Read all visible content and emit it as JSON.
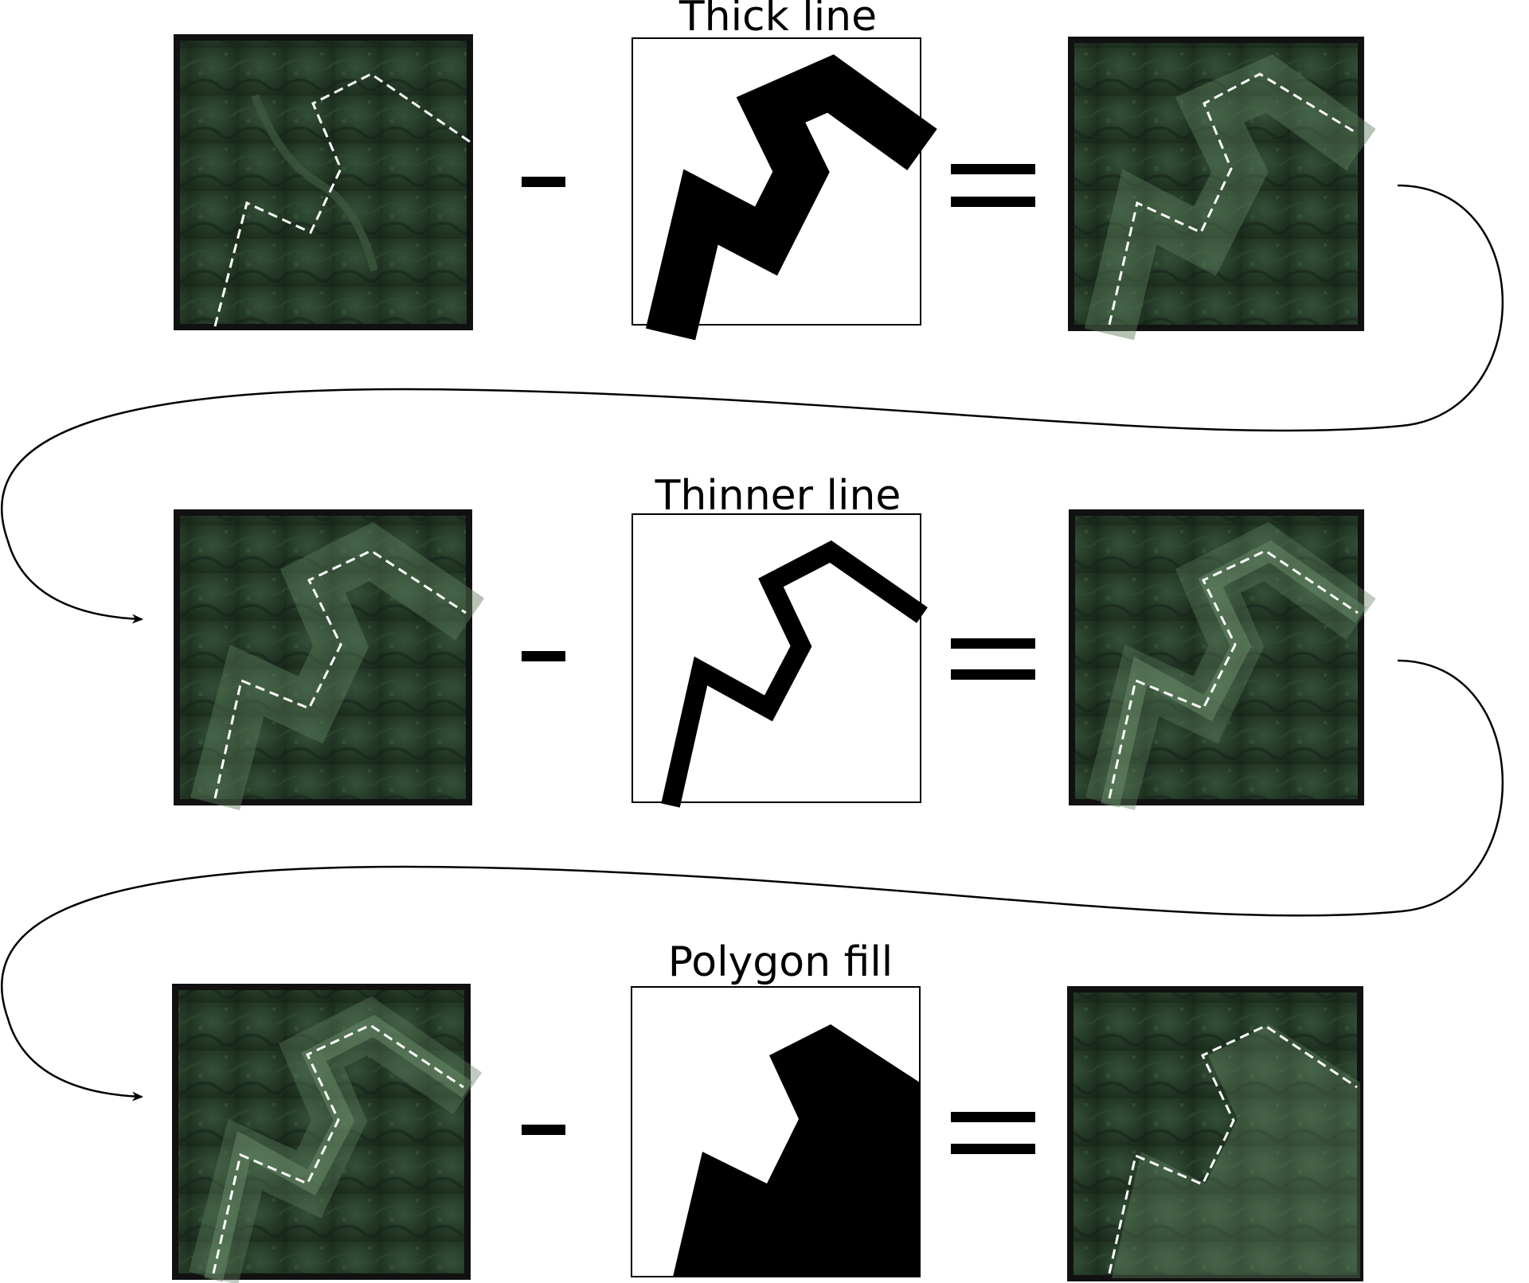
{
  "rows": [
    {
      "mask_title": "Thick line",
      "operator_minus": "-",
      "operator_equals": "="
    },
    {
      "mask_title": "Thinner line",
      "operator_minus": "-",
      "operator_equals": "="
    },
    {
      "mask_title": "Polygon fill",
      "operator_minus": "-",
      "operator_equals": "="
    }
  ],
  "colors": {
    "satellite_dark": "#1b2a1c",
    "satellite_mid": "#2c452e",
    "satellite_light": "#4f7150",
    "frame": "#111111",
    "mask_fill": "#000000",
    "mask_bg": "#ffffff",
    "dashed_path": "#ffffff",
    "connector": "#000000"
  },
  "icons": {
    "operator_minus": "minus-sign",
    "operator_equals": "equals-sign",
    "connector_arrow": "curved-arrow"
  }
}
